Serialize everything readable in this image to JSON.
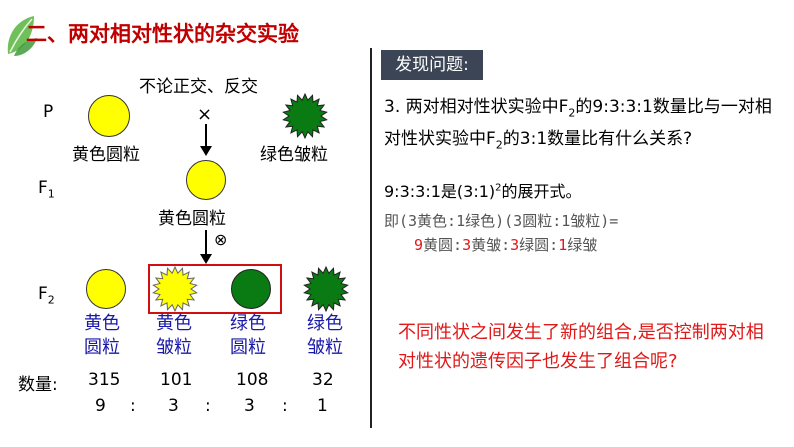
{
  "header": {
    "title": "二、两对相对性状的杂交实验",
    "leaf_icon": "leaf-icon"
  },
  "left": {
    "cross_note": "不论正交、反交",
    "gen_p": "P",
    "gen_f1": "F",
    "gen_f1_sub": "1",
    "gen_f2": "F",
    "gen_f2_sub": "2",
    "cross_symbol": "×",
    "self_symbol": "⊗",
    "p_yellow_label": "黄色圆粒",
    "p_green_label": "绿色皱粒",
    "f1_label": "黄色圆粒",
    "f2_types": [
      {
        "line1": "黄色",
        "line2": "圆粒"
      },
      {
        "line1": "黄色",
        "line2": "皱粒"
      },
      {
        "line1": "绿色",
        "line2": "圆粒"
      },
      {
        "line1": "绿色",
        "line2": "皱粒"
      }
    ],
    "count_label": "数量:",
    "counts": [
      "315",
      "101",
      "108",
      "32"
    ],
    "ratios": [
      "9",
      "3",
      "3",
      "1"
    ],
    "ratio_sep": ":"
  },
  "right": {
    "header": "发现问题:",
    "q_part1": "3. 两对相对性状实验中F",
    "q_sub1": "2",
    "q_part2": "的9:3:3:1数量比与一对相对性状实验中F",
    "q_sub2": "2",
    "q_part3": "的3:1数量比有什么关系?",
    "expand_pre": "9:3:3:1是(3:1)",
    "expand_sup": "2",
    "expand_post": "的展开式。",
    "formula_line1": "即(3黄色:1绿色)(3圆粒:1皱粒)=",
    "formula_line2": [
      {
        "num": "9",
        "text": "黄圆:"
      },
      {
        "num": "3",
        "text": "黄皱:"
      },
      {
        "num": "3",
        "text": "绿圆:"
      },
      {
        "num": "1",
        "text": "绿皱"
      }
    ],
    "red_question": "不同性状之间发生了新的组合,是否控制两对相对性状的遗传因子也发生了组合呢?"
  },
  "colors": {
    "title": "#c00000",
    "yellow_pea": "#ffff00",
    "green_pea": "#0a7a12",
    "blue_text": "#1a1aa8",
    "red_text": "#e01818",
    "header_bg": "#3b4555"
  }
}
